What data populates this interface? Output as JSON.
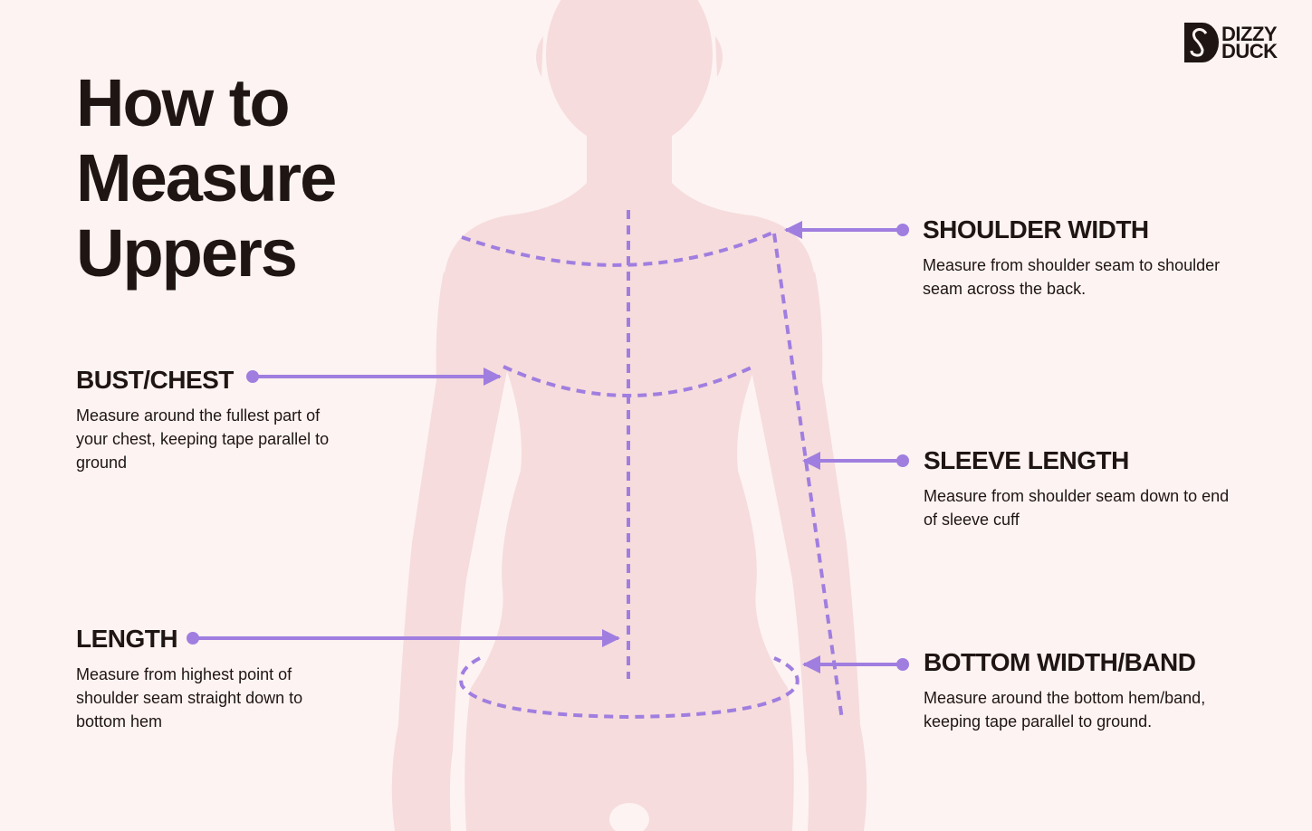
{
  "brand": {
    "name_line1": "DIZZY",
    "name_line2": "DUCK"
  },
  "title": {
    "line1": "How to",
    "line2": "Measure",
    "line3": "Uppers"
  },
  "measurements": [
    {
      "label": "SHOULDER WIDTH",
      "description": "Measure from shoulder seam to shoulder seam across the back."
    },
    {
      "label": "BUST/CHEST",
      "description": "Measure around the fullest part of your chest, keeping tape parallel to ground"
    },
    {
      "label": "SLEEVE LENGTH",
      "description": "Measure from shoulder seam down to end of sleeve cuff"
    },
    {
      "label": "LENGTH",
      "description": "Measure from highest point of shoulder seam straight down to bottom hem"
    },
    {
      "label": "BOTTOM WIDTH/BAND",
      "description": "Measure around the bottom hem/band, keeping tape parallel to ground."
    }
  ],
  "colors": {
    "background": "#fdf3f2",
    "silhouette": "#f6dcdc",
    "accent": "#a07ee0",
    "text": "#1f1512"
  }
}
